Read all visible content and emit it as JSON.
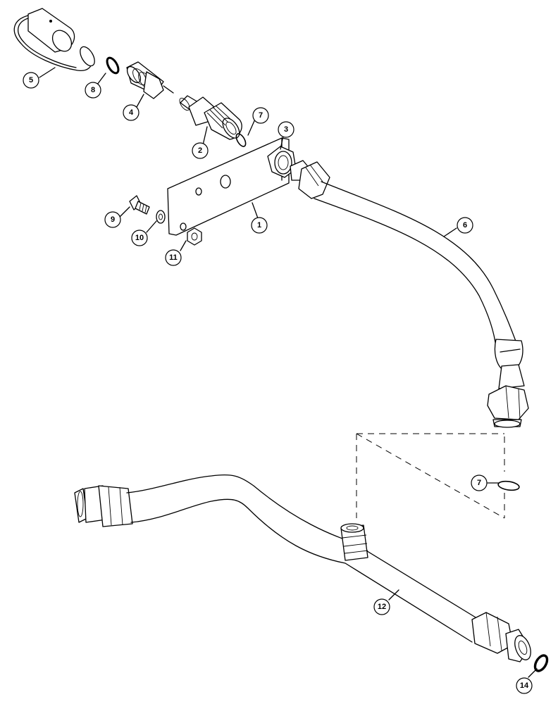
{
  "diagram": {
    "callouts": [
      {
        "id": "c1",
        "label": "1"
      },
      {
        "id": "c2",
        "label": "2"
      },
      {
        "id": "c3",
        "label": "3"
      },
      {
        "id": "c4",
        "label": "4"
      },
      {
        "id": "c5",
        "label": "5"
      },
      {
        "id": "c6",
        "label": "6"
      },
      {
        "id": "c7a",
        "label": "7"
      },
      {
        "id": "c7b",
        "label": "7"
      },
      {
        "id": "c8",
        "label": "8"
      },
      {
        "id": "c9",
        "label": "9"
      },
      {
        "id": "c10",
        "label": "10"
      },
      {
        "id": "c11",
        "label": "11"
      },
      {
        "id": "c12",
        "label": "12"
      },
      {
        "id": "c14",
        "label": "14"
      }
    ]
  }
}
